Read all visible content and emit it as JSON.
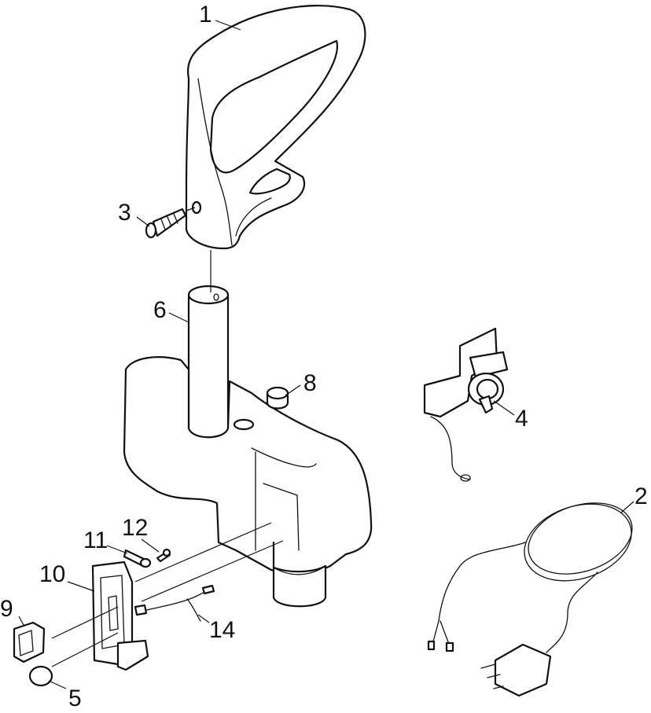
{
  "callouts": {
    "c1": "1",
    "c2": "2",
    "c3": "3",
    "c4": "4",
    "c5": "5",
    "c6": "6",
    "c8": "8",
    "c9": "9",
    "c10": "10",
    "c11": "11",
    "c12": "12",
    "c14": "14"
  }
}
